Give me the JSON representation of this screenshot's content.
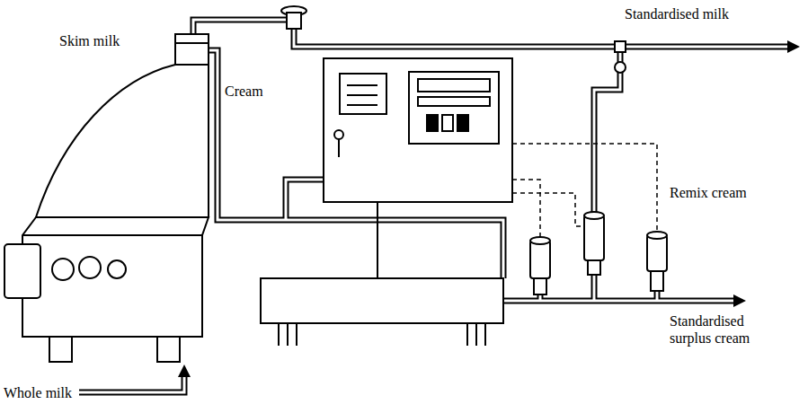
{
  "diagram": {
    "labels": [
      "Skim milk",
      "Standardised milk",
      "Cream",
      "Remix cream",
      "Standardised surplus cream",
      "Whole milk"
    ]
  }
}
